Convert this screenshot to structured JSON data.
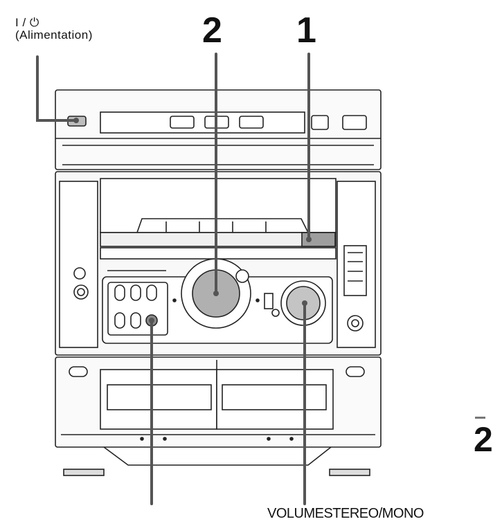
{
  "labels": {
    "power_symbol": "I / ⏻",
    "power_name": "(Alimentation)",
    "callout_2": "2",
    "callout_1": "1",
    "bottom": "VOLUMESTEREO/MONO",
    "edge_digit": "2"
  }
}
